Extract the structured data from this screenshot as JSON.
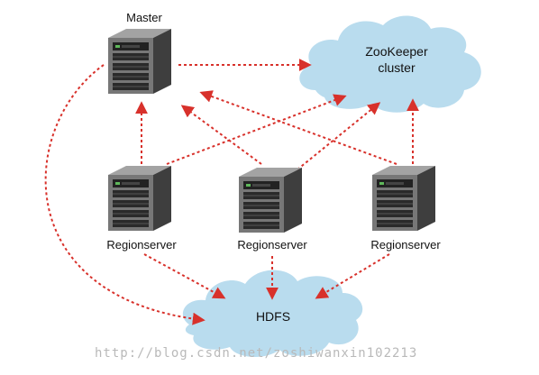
{
  "diagram": {
    "master_label": "Master",
    "zookeeper_label_line1": "ZooKeeper",
    "zookeeper_label_line2": "cluster",
    "hdfs_label": "HDFS",
    "regionservers": [
      {
        "label": "Regionserver"
      },
      {
        "label": "Regionserver"
      },
      {
        "label": "Regionserver"
      }
    ],
    "colors": {
      "arrow": "#d8312b",
      "cloud": "#b9dcee",
      "server_body": "#6f6f6f",
      "server_top": "#9a9a9a"
    }
  },
  "watermark": "http://blog.csdn.net/zoshiwanxin102213",
  "icons": {
    "server": "server-icon",
    "cloud": "cloud-icon"
  }
}
